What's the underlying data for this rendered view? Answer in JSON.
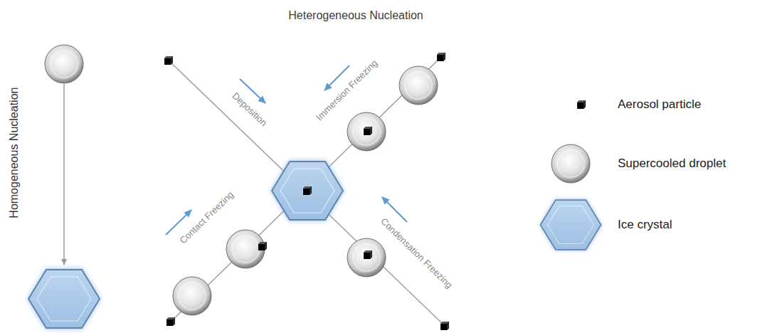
{
  "diagram": {
    "title": "Heterogeneous Nucleation",
    "labels": [
      "Homogeneous Nucleation",
      "Deposition",
      "Immersion Freezing",
      "Contact Freezing",
      "Condensation Freezing"
    ],
    "legend": [
      {
        "text": "Aerosol particle"
      },
      {
        "text": "Supercooled droplet"
      },
      {
        "text": "Ice crystal"
      }
    ]
  }
}
